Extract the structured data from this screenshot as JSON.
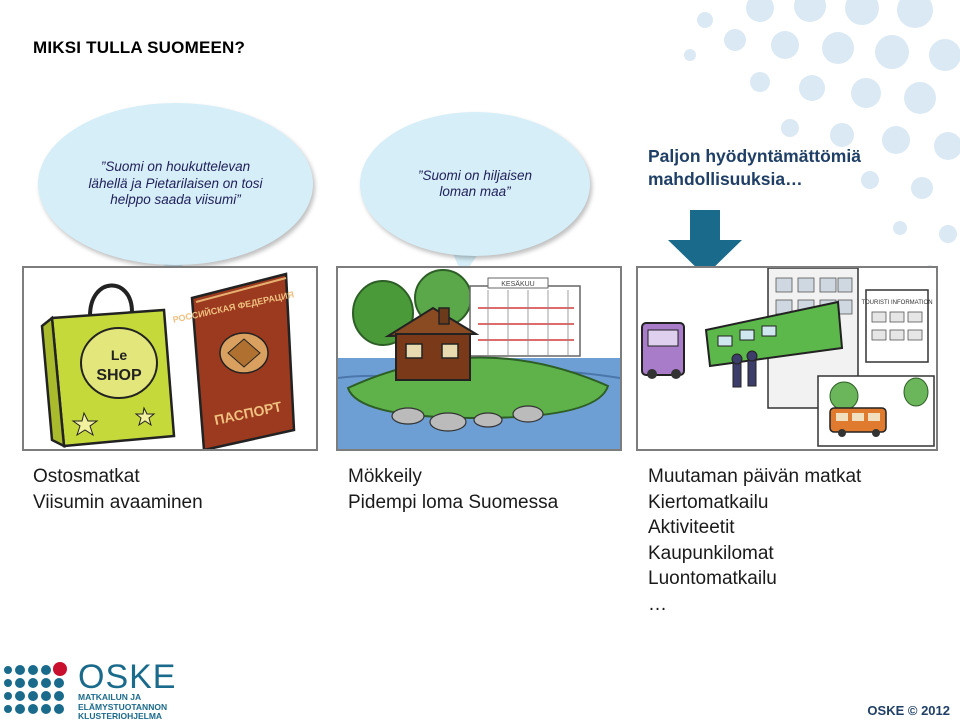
{
  "slide": {
    "title": "MIKSI TULLA SUOMEEN?",
    "bubble_left": "”Suomi on houkuttelevan lähellä ja Pietarilaisen on tosi helppo saada viisumi”",
    "bubble_middle": "”Suomi on hiljaisen loman maa”",
    "opportunities_heading": "Paljon hyödyntämättömiä mahdollisuuksia…",
    "column_left": [
      "Ostosmatkat",
      "Viisumin avaaminen"
    ],
    "column_middle": [
      "Mökkeily",
      "Pidempi loma Suomessa"
    ],
    "column_right": [
      "Muutaman päivän matkat",
      "Kiertomatkailu",
      "Aktiviteetit",
      "Kaupunkilomat",
      "Luontomatkailu",
      "…"
    ]
  },
  "illustrations": {
    "shop_bag_text": "Le SHOP",
    "passport_title": "РОССИЙСКАЯ ФЕДЕРАЦИЯ",
    "passport_word": "ПАСПОРТ",
    "shop_sign": "KESÄKUU",
    "tourist_sign": "TOURISTI INFORMATION"
  },
  "footer": {
    "logo_name": "OSKE",
    "logo_sub_1": "MATKAILUN JA",
    "logo_sub_2": "ELÄMYSTUOTANNON",
    "logo_sub_3": "KLUSTERIOHJELMA",
    "copyright": "OSKE © 2012"
  },
  "colors": {
    "bubble_fill": "#d6eef7",
    "heading_blue": "#1f3f66",
    "arrow_blue": "#1a6a8c",
    "dot_blue": "#dbe9f4",
    "logo_blue": "#1a6a8c",
    "logo_red": "#c8102e"
  }
}
